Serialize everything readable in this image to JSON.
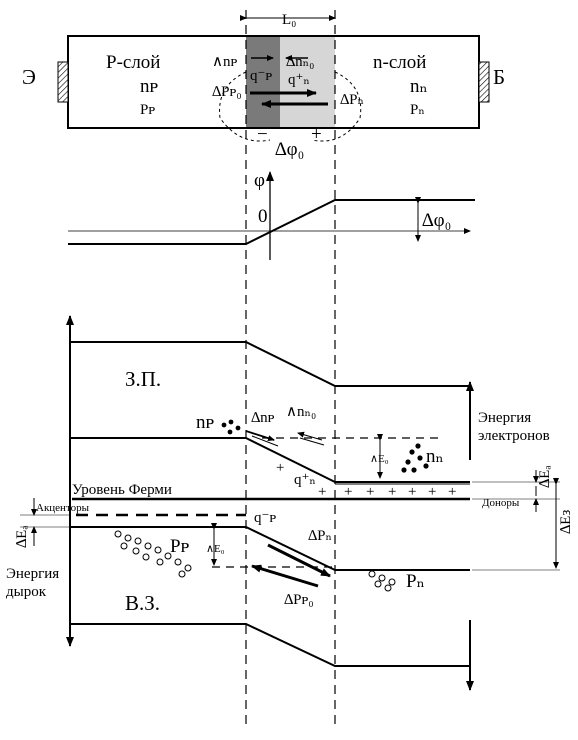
{
  "top": {
    "width_label": "L₀",
    "emitter_label": "Э",
    "base_label": "Б",
    "p_layer_title": "P-слой",
    "n_layer_title": "n-слой",
    "p_nP": "nᴘ",
    "p_PP": "Pᴘ",
    "n_nn": "nₙ",
    "n_Pn": "Pₙ",
    "dnP": "∧nᴘ",
    "dnN0": "∆nₙ₀",
    "dPP0": "∆Pᴘ₀",
    "dPn": "∆Pₙ",
    "qP": "q⁻ᴘ",
    "qn": "q⁺ₙ",
    "minus": "−",
    "plus": "+",
    "delta_phi": "∆φ₀"
  },
  "potential": {
    "axis_label": "φ",
    "zero_label": "0",
    "delta_phi": "∆φ₀"
  },
  "bands": {
    "conduction_band": "З.П.",
    "valence_band": "В.З.",
    "fermi_level": "Уровень Ферми",
    "acceptors": "Акценторы",
    "donors": "Доноры",
    "electron_energy_1": "Энергия",
    "electron_energy_2": "электронов",
    "hole_energy_1": "Энергия",
    "hole_energy_2": "дырок",
    "nP": "nᴘ",
    "nn": "nₙ",
    "PP": "Pᴘ",
    "Pn": "Pₙ",
    "dnP": "∆nᴘ",
    "dnN0": "∧nₙ₀",
    "dPn": "∆Pₙ",
    "dPP0": "∆Pᴘ₀",
    "qn": "q⁺ₙ",
    "qP": "q⁻ᴘ",
    "dE0_top": "∧E₀",
    "dE0_bottom": "∧E₀",
    "dEA_right": "∆Eₐ",
    "dEZ_right": "∆Eз",
    "dEA_left": "∆Eₐ",
    "donor_plus": "+"
  }
}
